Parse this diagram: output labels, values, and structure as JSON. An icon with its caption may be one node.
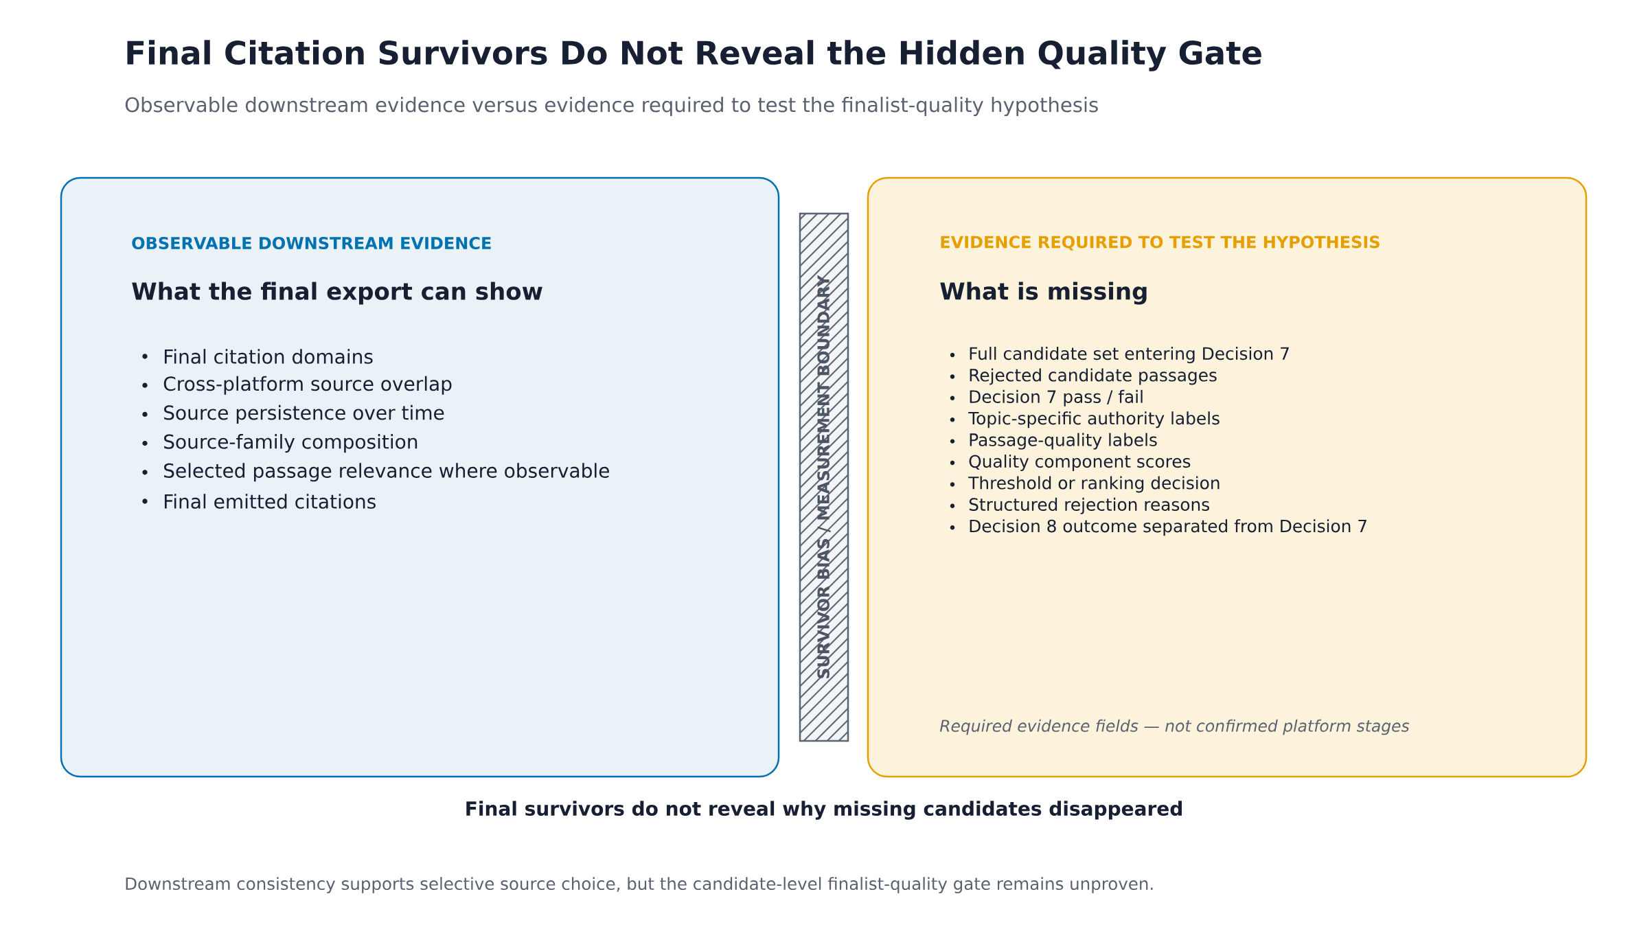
{
  "diagram": {
    "title": "Final Citation Survivors Do Not Reveal the Hidden Quality Gate",
    "nodes": [
      {
        "text": [
          "OBSERVABLE DOWNSTREAM EVIDENCE",
          "What the final export can show",
          "Final citation domains",
          "Cross-platform source overlap",
          "Source persistence over time",
          "Source-family composition",
          "Selected passage relevance where observable",
          "Final emitted citations"
        ]
      },
      {
        "text": [
          "SURVIVOR BIAS / MEASUREMENT BOUNDARY"
        ]
      },
      {
        "text": [
          "EVIDENCE REQUIRED TO TEST THE HYPOTHESIS",
          "What is missing",
          "Full candidate set entering Decision 7",
          "Rejected candidate passages",
          "Decision 7 pass / fail",
          "Topic-specific authority labels",
          "Passage-quality labels",
          "Quality component scores",
          "Threshold or ranking decision",
          "Structured rejection reasons",
          "Decision 8 outcome separated from Decision 7",
          "Required evidence fields — not confirmed platform stages"
        ]
      }
    ],
    "labels": [
      "Observable downstream evidence versus evidence required to test the finalist-quality hypothesis",
      "Final survivors do not reveal why missing candidates disappeared",
      "Downstream consistency supports selective source choice, but the candidate-level finalist-quality gate remains unproven."
    ]
  }
}
